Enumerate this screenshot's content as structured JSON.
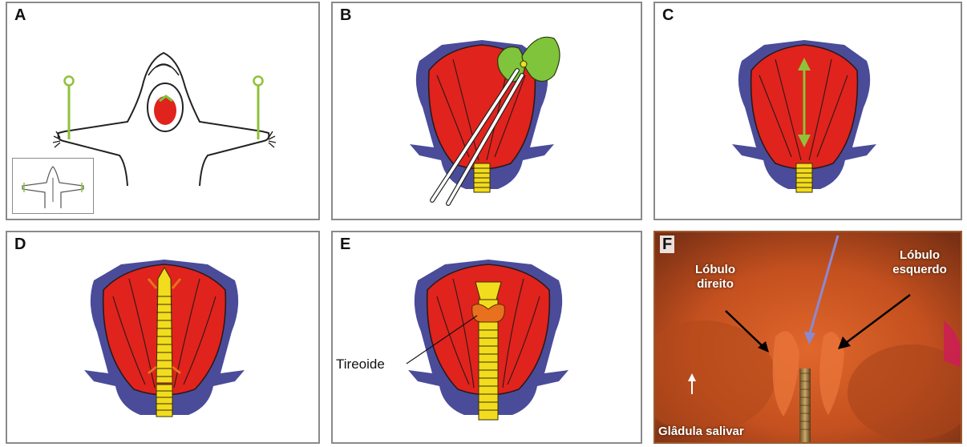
{
  "panels": {
    "a": {
      "label": "A"
    },
    "b": {
      "label": "B"
    },
    "c": {
      "label": "C"
    },
    "d": {
      "label": "D"
    },
    "e": {
      "label": "E",
      "callout": "Tireoide"
    },
    "f": {
      "label": "F",
      "right_lobe": "Lóbulo\ndireito",
      "left_lobe": "Lóbulo\nesquerdo",
      "salivary": "Glâdula salivar"
    }
  },
  "colors": {
    "muscle": "#e0231c",
    "vessel": "#4a4c9a",
    "trachea": "#f2dc1e",
    "thyroid": "#e8701e",
    "retractor": "#8fc13a",
    "gland_green": "#7fc43a"
  }
}
